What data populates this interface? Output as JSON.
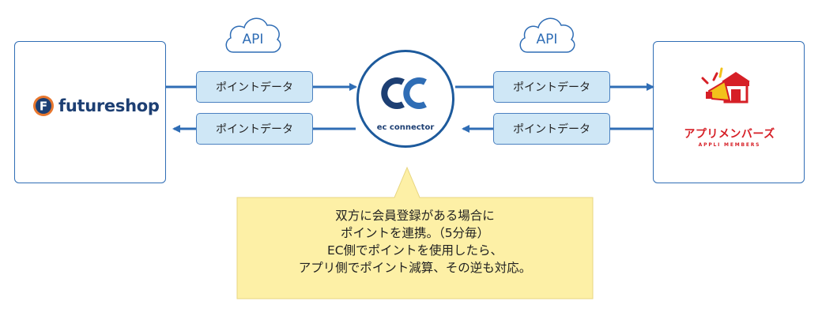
{
  "left_system": {
    "name": "futureshop",
    "logo_letter": "F"
  },
  "right_system": {
    "name": "アプリメンバーズ",
    "name_en": "APPLI MEMBERS"
  },
  "hub": {
    "name": "ec connector"
  },
  "api_label_left": "API",
  "api_label_right": "API",
  "flows": {
    "left_top": "ポイントデータ",
    "left_bottom": "ポイントデータ",
    "right_top": "ポイントデータ",
    "right_bottom": "ポイントデータ"
  },
  "note": {
    "lines": [
      "双方に会員登録がある場合に",
      "ポイントを連携。（5分毎）",
      "EC側でポイントを使用したら、",
      "アプリ側でポイント減算、その逆も対応。"
    ]
  },
  "colors": {
    "primary": "#2f6db5",
    "pill_fill": "#cfe7f6",
    "callout_fill": "#fdf0a6",
    "brand_red": "#d61f26",
    "brand_navy": "#1d3f73"
  }
}
